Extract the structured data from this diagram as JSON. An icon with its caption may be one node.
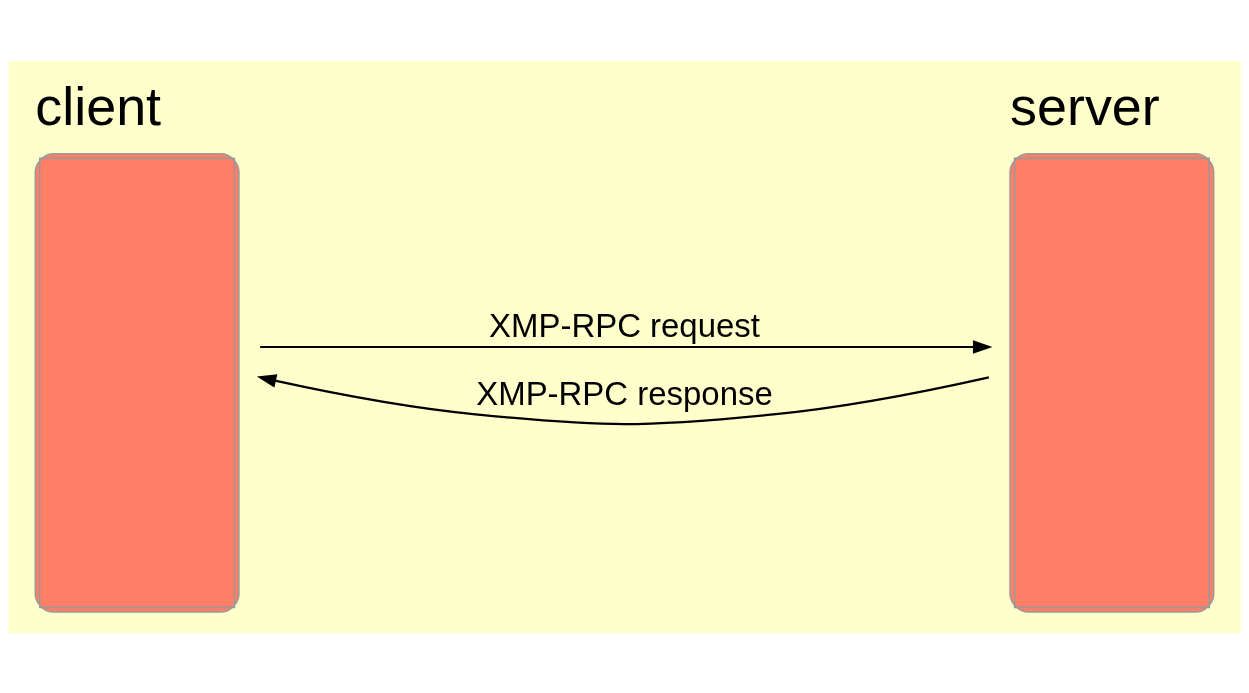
{
  "diagram": {
    "nodes": [
      {
        "text": [
          "client"
        ]
      },
      {
        "text": [
          "server"
        ]
      }
    ],
    "edges": [
      {
        "from": 0,
        "to": 1,
        "arrow": "to",
        "label": "XMP-RPC request"
      },
      {
        "from": 1,
        "to": 0,
        "arrow": "to",
        "label": "XMP-RPC response"
      }
    ]
  }
}
